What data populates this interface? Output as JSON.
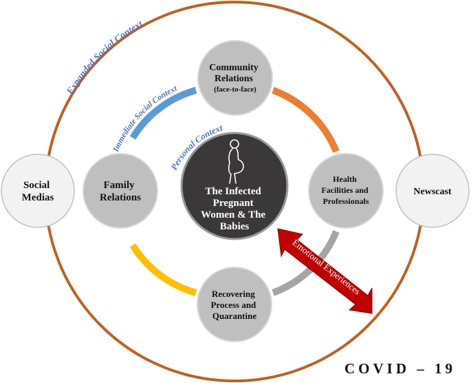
{
  "contexts": {
    "expanded": "Expanded Social Context",
    "immediate": "Immediate Social Context",
    "personal": "Personal Context"
  },
  "nodes": {
    "center": [
      "The Infected",
      "Pregnant",
      "Women & The",
      "Babies"
    ],
    "community": [
      "Community",
      "Relations",
      "(face-to-face)"
    ],
    "family": [
      "Family",
      "Relations"
    ],
    "health": [
      "Health",
      "Facilities and",
      "Professionals"
    ],
    "recovering": [
      "Recovering",
      "Process and",
      "Quarantine"
    ],
    "social_medias": [
      "Social",
      "Medias"
    ],
    "newscast": [
      "Newscast"
    ]
  },
  "arrow_label": "Emotional Experiences",
  "footer": "COVID – 19",
  "colors": {
    "outer_ring": "#c0601f",
    "blue_arc": "#5b9bd5",
    "orange_arc": "#ed7d31",
    "gray_arc": "#a5a5a5",
    "yellow_arc": "#ffc000",
    "center_fill": "#3a3838",
    "node_fill": "#bfbfbf",
    "outer_node_fill": "#f2f2f2",
    "arrow": "#c00000",
    "context_text": "#4a74c4"
  }
}
